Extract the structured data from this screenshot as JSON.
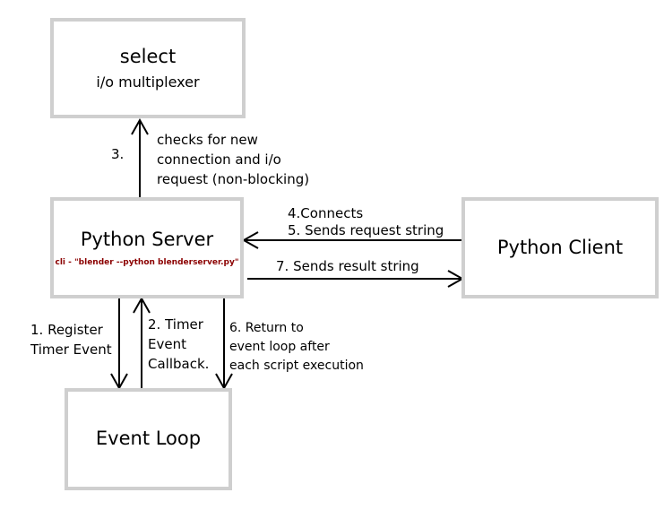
{
  "nodes": {
    "select": {
      "title": "select",
      "subtitle": "i/o multiplexer"
    },
    "server": {
      "title": "Python Server",
      "cli": "cli - \"blender --python blenderserver.py\""
    },
    "client": {
      "title": "Python Client"
    },
    "loop": {
      "title": "Event Loop"
    }
  },
  "edges": {
    "checks": {
      "step": "3.",
      "line1": "checks for new",
      "line2": "connection and i/o",
      "line3": "request (non-blocking)"
    },
    "connects": {
      "line1": "4.Connects",
      "line2": "5.  Sends request string"
    },
    "result": {
      "line1": "7. Sends result string"
    },
    "register": {
      "line1": "1. Register",
      "line2": "Timer Event"
    },
    "timer": {
      "line1": "2. Timer",
      "line2": "Event",
      "line3": "Callback."
    },
    "return": {
      "line1": "6. Return to",
      "line2": "event loop after",
      "line3": "each script execution"
    }
  }
}
